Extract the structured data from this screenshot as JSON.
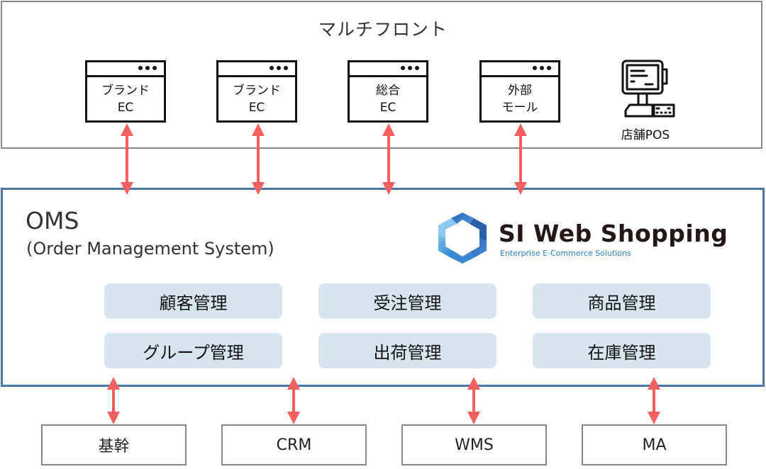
{
  "multi_front": {
    "title": "マルチフロント",
    "channels": [
      {
        "line1": "ブランド",
        "line2": "EC",
        "icon": "browser-window-icon"
      },
      {
        "line1": "ブランド",
        "line2": "EC",
        "icon": "browser-window-icon"
      },
      {
        "line1": "総合",
        "line2": "EC",
        "icon": "browser-window-icon"
      },
      {
        "line1": "外部",
        "line2": "モール",
        "icon": "browser-window-icon"
      }
    ],
    "pos": {
      "label": "店舗POS",
      "icon": "pos-terminal-icon"
    }
  },
  "oms": {
    "title": "OMS",
    "subtitle": "(Order Management System)",
    "logo": {
      "name": "SI Web Shopping",
      "tagline": "Enterprise E-Commerce Solutions"
    },
    "functions": [
      [
        "顧客管理",
        "受注管理",
        "商品管理"
      ],
      [
        "グループ管理",
        "出荷管理",
        "在庫管理"
      ]
    ]
  },
  "backend_systems": [
    "基幹",
    "CRM",
    "WMS",
    "MA"
  ],
  "colors": {
    "arrow": "#f45f5f",
    "oms_border": "#4a76a8",
    "function_bg": "#d7e5ee",
    "frame_border": "#888888"
  }
}
